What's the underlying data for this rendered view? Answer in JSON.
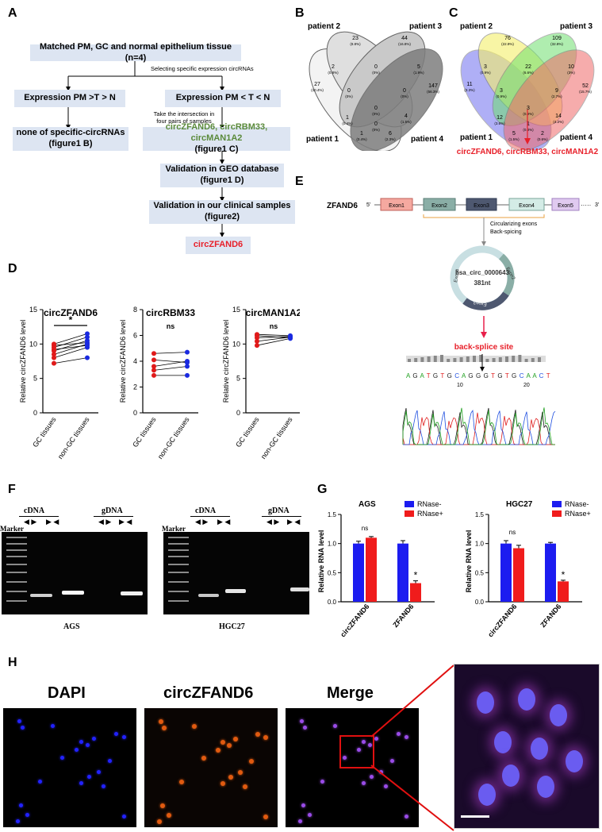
{
  "panels": {
    "a": "A",
    "b": "B",
    "c": "C",
    "d": "D",
    "e": "E",
    "f": "F",
    "g": "G",
    "h": "H"
  },
  "flowchart": {
    "top": "Matched PM, GC and normal epithelium tissue (n=4)",
    "selecting_note": "Selecting specific expression circRNAs",
    "left_mid": "Expression PM >T > N",
    "right_mid": "Expression PM < T < N",
    "intersection_note_1": "Take the intersection in",
    "intersection_note_2": "four pairs of samples",
    "left_result_1": "none of specific-circRNAs",
    "left_result_2": "(figure1 B)",
    "right_result_1": "circZFAND6, circRBM33, circMAN1A2",
    "right_result_2": "(figure1 C)",
    "geo_1": "Validation in GEO database",
    "geo_2": "(figure1 D)",
    "clinical_1": "Validation in our clinical samples",
    "clinical_2": "(figure2)",
    "final": "circZFAND6",
    "colors": {
      "box": "#dde5f2",
      "green": "#5a8a3a",
      "red": "#e8202a"
    }
  },
  "venn_b": {
    "labels": {
      "p1": "patient 1",
      "p2": "patient 2",
      "p3": "patient 3",
      "p4": "patient 4"
    },
    "regions": [
      {
        "n": "23",
        "p": "(8.8%)"
      },
      {
        "n": "44",
        "p": "(16.8%)"
      },
      {
        "n": "27",
        "p": "(10.4%)"
      },
      {
        "n": "2",
        "p": "(0.8%)"
      },
      {
        "n": "0",
        "p": "(0%)"
      },
      {
        "n": "5",
        "p": "(1.9%)"
      },
      {
        "n": "147",
        "p": "(56.3%)"
      },
      {
        "n": "0",
        "p": "(0%)"
      },
      {
        "n": "0",
        "p": "(0%)"
      },
      {
        "n": "1",
        "p": "(0.4%)"
      },
      {
        "n": "0",
        "p": "(0%)"
      },
      {
        "n": "4",
        "p": "(1.5%)"
      },
      {
        "n": "1",
        "p": "(0.4%)"
      },
      {
        "n": "0",
        "p": "(0%)"
      },
      {
        "n": "6",
        "p": "(2.3%)"
      }
    ]
  },
  "venn_c": {
    "labels": {
      "p1": "patient 1",
      "p2": "patient 2",
      "p3": "patient 3",
      "p4": "patient 4"
    },
    "regions": [
      {
        "n": "76",
        "p": "(22.9%)"
      },
      {
        "n": "109",
        "p": "(32.8%)"
      },
      {
        "n": "11",
        "p": "(3.3%)"
      },
      {
        "n": "3",
        "p": "(0.9%)"
      },
      {
        "n": "22",
        "p": "(6.6%)"
      },
      {
        "n": "10",
        "p": "(3%)"
      },
      {
        "n": "52",
        "p": "(15.7%)"
      },
      {
        "n": "3",
        "p": "(0.9%)"
      },
      {
        "n": "9",
        "p": "(2.7%)"
      },
      {
        "n": "12",
        "p": "(3.6%)"
      },
      {
        "n": "3",
        "p": "(0.9%)"
      },
      {
        "n": "14",
        "p": "(4.2%)"
      },
      {
        "n": "5",
        "p": "(1.5%)"
      },
      {
        "n": "1",
        "p": "(0.3%)"
      },
      {
        "n": "2",
        "p": "(0.6%)"
      }
    ],
    "result": "circZFAND6, circRBM33, circMAN1A2"
  },
  "gene_e": {
    "gene": "ZFAND6",
    "five": "5'",
    "three": "3'",
    "exons": [
      "Exon1",
      "Exon2",
      "Exon3",
      "Exon4",
      "Exon5"
    ],
    "dots": "·····",
    "process_1": "Circularizing exons",
    "process_2": "Back-spicing",
    "circ_name": "hsa_circ_0000643",
    "circ_len": "381nt",
    "ring_labels": [
      "Exon2",
      "Exon3",
      "Exon4"
    ],
    "bss_label": "back-splice site",
    "seq": "AGATGTGCAGGGTGTGCAACT",
    "seq_nums": [
      "10",
      "20"
    ]
  },
  "chart_data": [
    {
      "type": "scatter",
      "title": "circZFAND6",
      "ylabel": "Relative circZFAND6 level",
      "categories": [
        "GC tissues",
        "non-GC tissues"
      ],
      "ylim": [
        0,
        15
      ],
      "yticks": [
        "0",
        "5",
        "10",
        "15"
      ],
      "annotation": "*",
      "pairs": [
        [
          7.2,
          8.0
        ],
        [
          8.0,
          9.5
        ],
        [
          8.5,
          10.0
        ],
        [
          9.0,
          10.5
        ],
        [
          9.2,
          9.8
        ],
        [
          9.5,
          11.0
        ],
        [
          9.8,
          10.2
        ],
        [
          10.0,
          11.5
        ]
      ]
    },
    {
      "type": "scatter",
      "title": "circRBM33",
      "ylabel": "Relative circZFAND6 level",
      "categories": [
        "GC tissues",
        "non-GC tissues"
      ],
      "ylim": [
        0,
        8
      ],
      "yticks": [
        "0",
        "2",
        "4",
        "6",
        "8"
      ],
      "annotation": "ns",
      "pairs": [
        [
          2.9,
          2.9
        ],
        [
          3.3,
          3.6
        ],
        [
          3.6,
          4.0
        ],
        [
          4.1,
          3.9
        ],
        [
          4.6,
          4.7
        ]
      ]
    },
    {
      "type": "scatter",
      "title": "circMAN1A2",
      "ylabel": "Relative circZFAND6 level",
      "categories": [
        "GC tissues",
        "non-GC tissues"
      ],
      "ylim": [
        0,
        15
      ],
      "yticks": [
        "0",
        "5",
        "10",
        "15"
      ],
      "annotation": "ns",
      "pairs": [
        [
          9.8,
          10.8
        ],
        [
          10.4,
          11.0
        ],
        [
          10.9,
          11.1
        ],
        [
          11.2,
          10.9
        ],
        [
          11.4,
          11.2
        ]
      ]
    },
    {
      "type": "bar",
      "title": "AGS",
      "ylabel": "Relative RNA level",
      "categories": [
        "circZFAND6",
        "ZFAND6"
      ],
      "series": [
        {
          "name": "RNase-",
          "values": [
            1.0,
            1.0
          ],
          "errors": [
            0.04,
            0.05
          ],
          "color": "#1c1cf0"
        },
        {
          "name": "RNase+",
          "values": [
            1.1,
            0.32
          ],
          "errors": [
            0.02,
            0.04
          ],
          "color": "#f01c1c"
        }
      ],
      "annotations": [
        "ns",
        "*"
      ],
      "ylim": [
        0,
        1.5
      ],
      "yticks": [
        "0.0",
        "0.5",
        "1.0",
        "1.5"
      ]
    },
    {
      "type": "bar",
      "title": "HGC27",
      "ylabel": "Relative RNA level",
      "categories": [
        "circZFAND6",
        "ZFAND6"
      ],
      "series": [
        {
          "name": "RNase-",
          "values": [
            1.0,
            1.0
          ],
          "errors": [
            0.05,
            0.02
          ],
          "color": "#1c1cf0"
        },
        {
          "name": "RNase+",
          "values": [
            0.92,
            0.35
          ],
          "errors": [
            0.05,
            0.02
          ],
          "color": "#f01c1c"
        }
      ],
      "annotations": [
        "ns",
        "*"
      ],
      "ylim": [
        0,
        1.5
      ],
      "yticks": [
        "0.0",
        "0.5",
        "1.0",
        "1.5"
      ]
    }
  ],
  "gel_f": {
    "marker": "Marker",
    "cdna": "cDNA",
    "gdna": "gDNA",
    "primer_div": "◀ ▶",
    "primer_conv": "▶ ◀",
    "left_caption": "AGS",
    "right_caption": "HGC27"
  },
  "fish_h": {
    "dapi": "DAPI",
    "circ": "circZFAND6",
    "merge": "Merge",
    "colors": {
      "dapi": "#2222ff",
      "circ": "#e05a10",
      "merge": "#9a4ce8"
    }
  }
}
